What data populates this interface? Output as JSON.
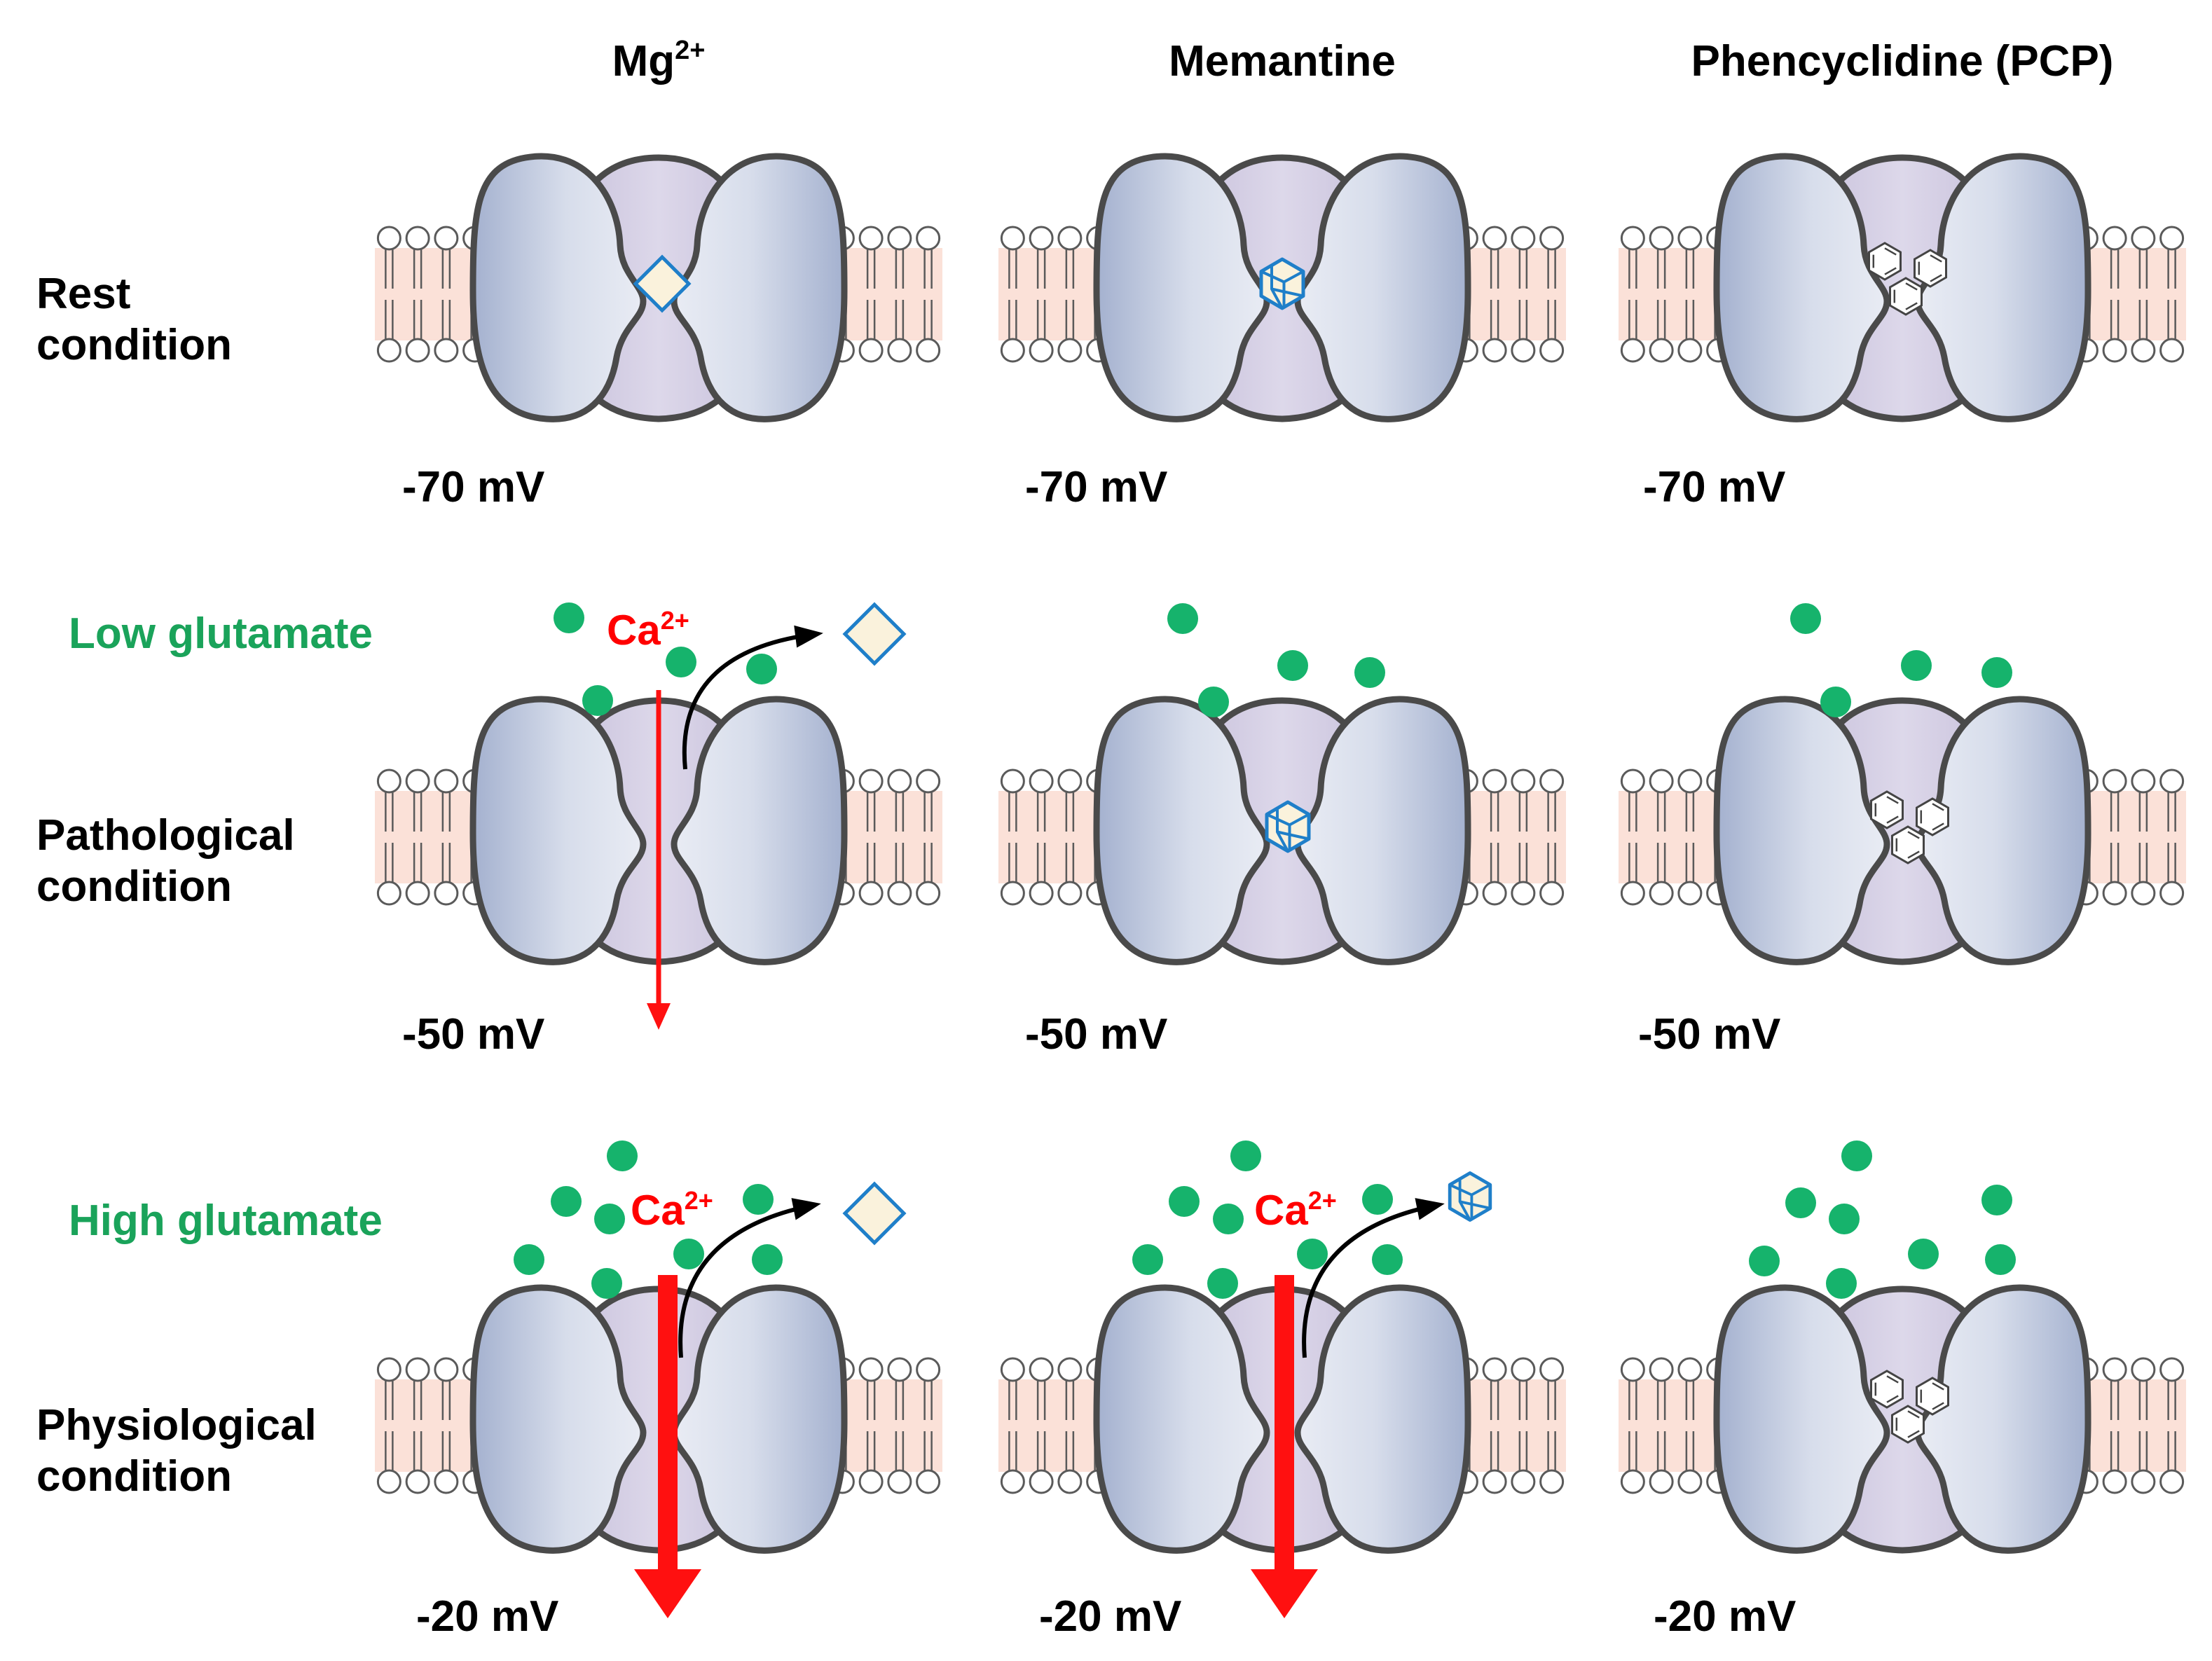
{
  "columns": {
    "mg": {
      "base": "Mg",
      "sup": "2+"
    },
    "memantine": "Memantine",
    "pcp": "Phencyclidine (PCP)"
  },
  "rows": {
    "rest": [
      "Rest",
      "condition"
    ],
    "pathological": [
      "Pathological",
      "condition"
    ],
    "physiological": [
      "Physiological",
      "condition"
    ]
  },
  "glutamate": {
    "low": "Low glutamate",
    "high": "High glutamate"
  },
  "ion": {
    "base": "Ca",
    "sup": "2+"
  },
  "voltages": {
    "rest": "-70 mV",
    "pathological": "-50 mV",
    "physiological": "-20 mV"
  },
  "colors": {
    "glutamate": "#16b36c",
    "calcium_arrow": "#ff1010",
    "calcium_label": "#ff0000",
    "label_green": "#1aa35a",
    "blocker_outline": "#1f7fc9",
    "blocker_fill": "#faf2dc",
    "channel_outline": "#4a4a4a",
    "membrane": "#fbe1d8"
  }
}
